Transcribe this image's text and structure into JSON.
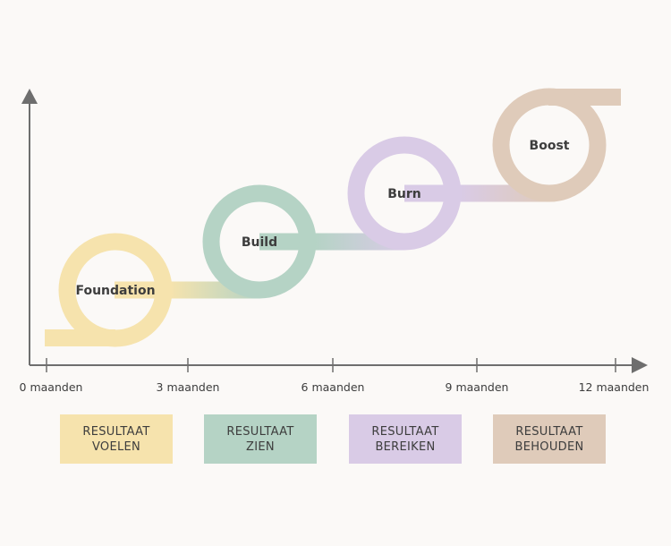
{
  "stages": [
    {
      "label": "Foundation",
      "color": "#f6e3ad"
    },
    {
      "label": "Build",
      "color": "#b5d3c5"
    },
    {
      "label": "Burn",
      "color": "#d9cbe6"
    },
    {
      "label": "Boost",
      "color": "#dfcbba"
    }
  ],
  "axis": {
    "ticks": [
      "0 maanden",
      "3 maanden",
      "6 maanden",
      "9 maanden",
      "12 maanden"
    ],
    "axis_color": "#6e6e6e"
  },
  "results": [
    {
      "line1": "RESULTAAT",
      "line2": "VOELEN",
      "color": "#f6e3ad"
    },
    {
      "line1": "RESULTAAT",
      "line2": "ZIEN",
      "color": "#b5d3c5"
    },
    {
      "line1": "RESULTAAT",
      "line2": "BEREIKEN",
      "color": "#d9cbe6"
    },
    {
      "line1": "RESULTAAT",
      "line2": "BEHOUDEN",
      "color": "#dfcbba"
    }
  ]
}
